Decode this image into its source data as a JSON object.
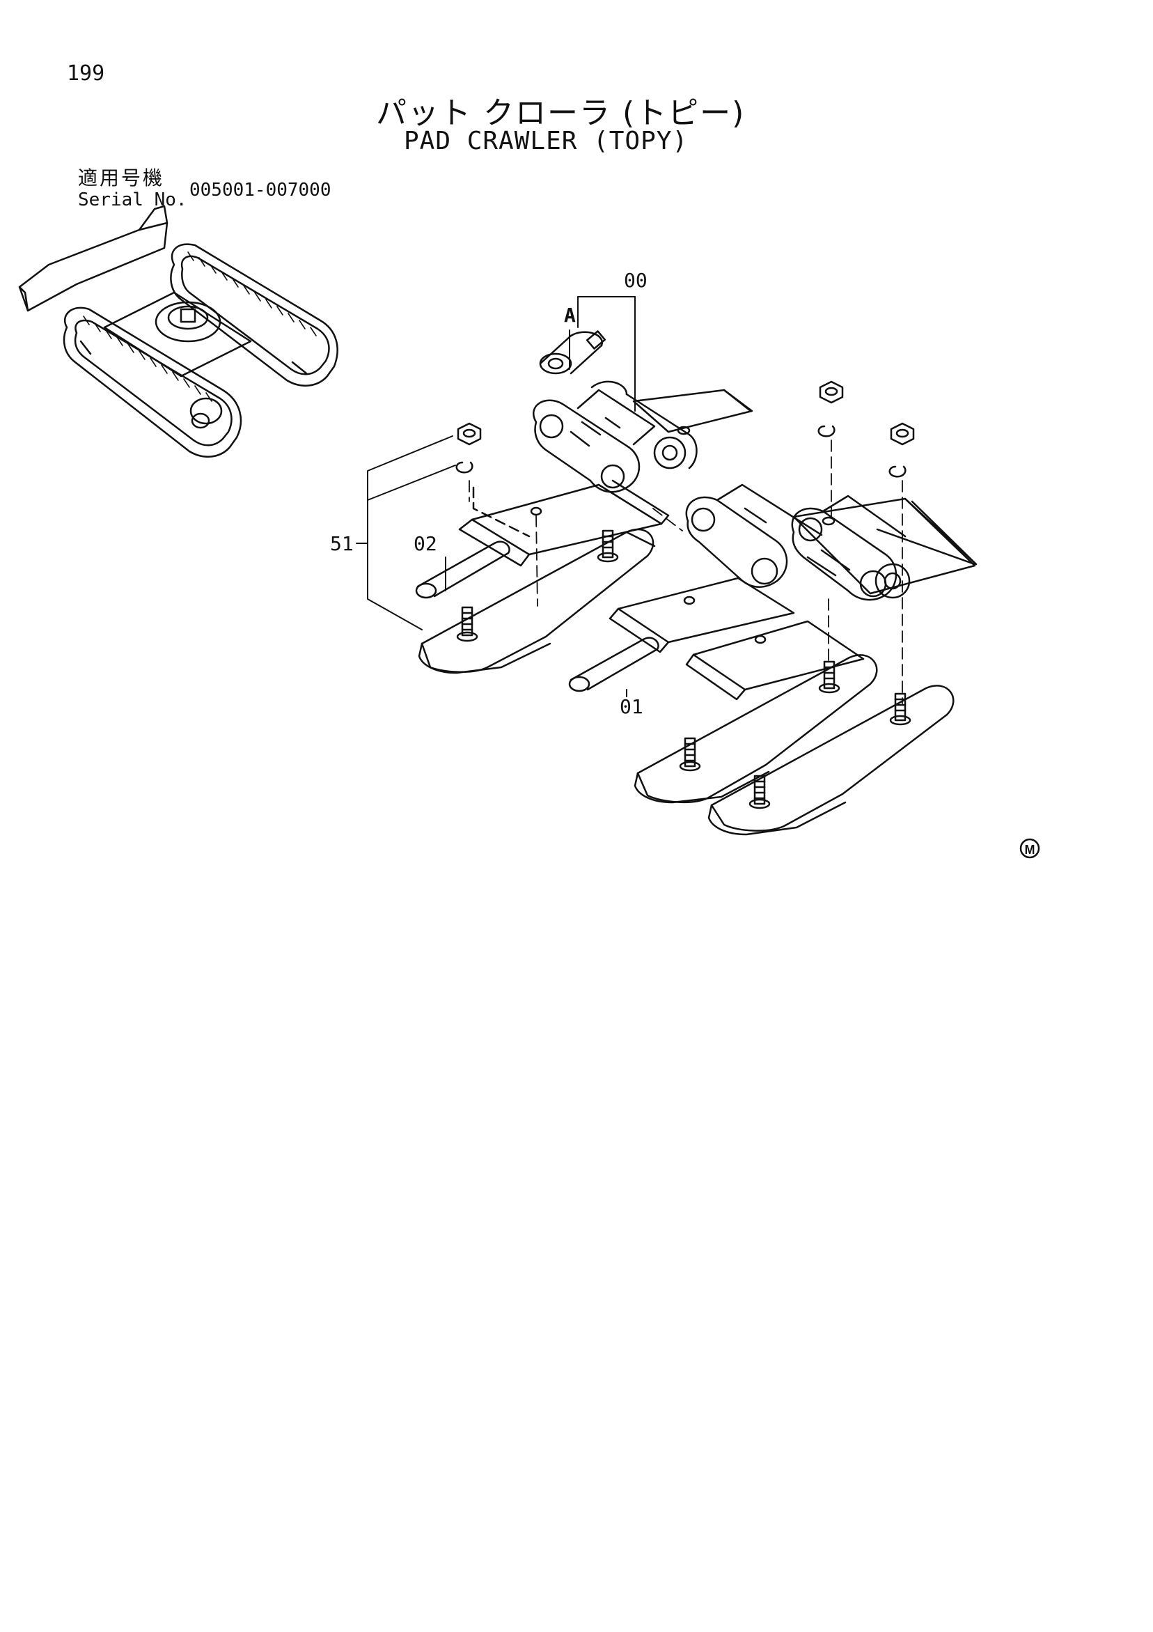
{
  "page": {
    "number": "199"
  },
  "title": {
    "ja": "パット クローラ (トピー)",
    "en": "PAD CRAWLER (TOPY)"
  },
  "serial": {
    "label_ja": "適用号機",
    "label_en": "Serial No.",
    "range": "005001-007000"
  },
  "callouts": {
    "c00": "00",
    "cA": "A",
    "c51": "51",
    "c02": "02",
    "c01": "01"
  },
  "mark": "M"
}
